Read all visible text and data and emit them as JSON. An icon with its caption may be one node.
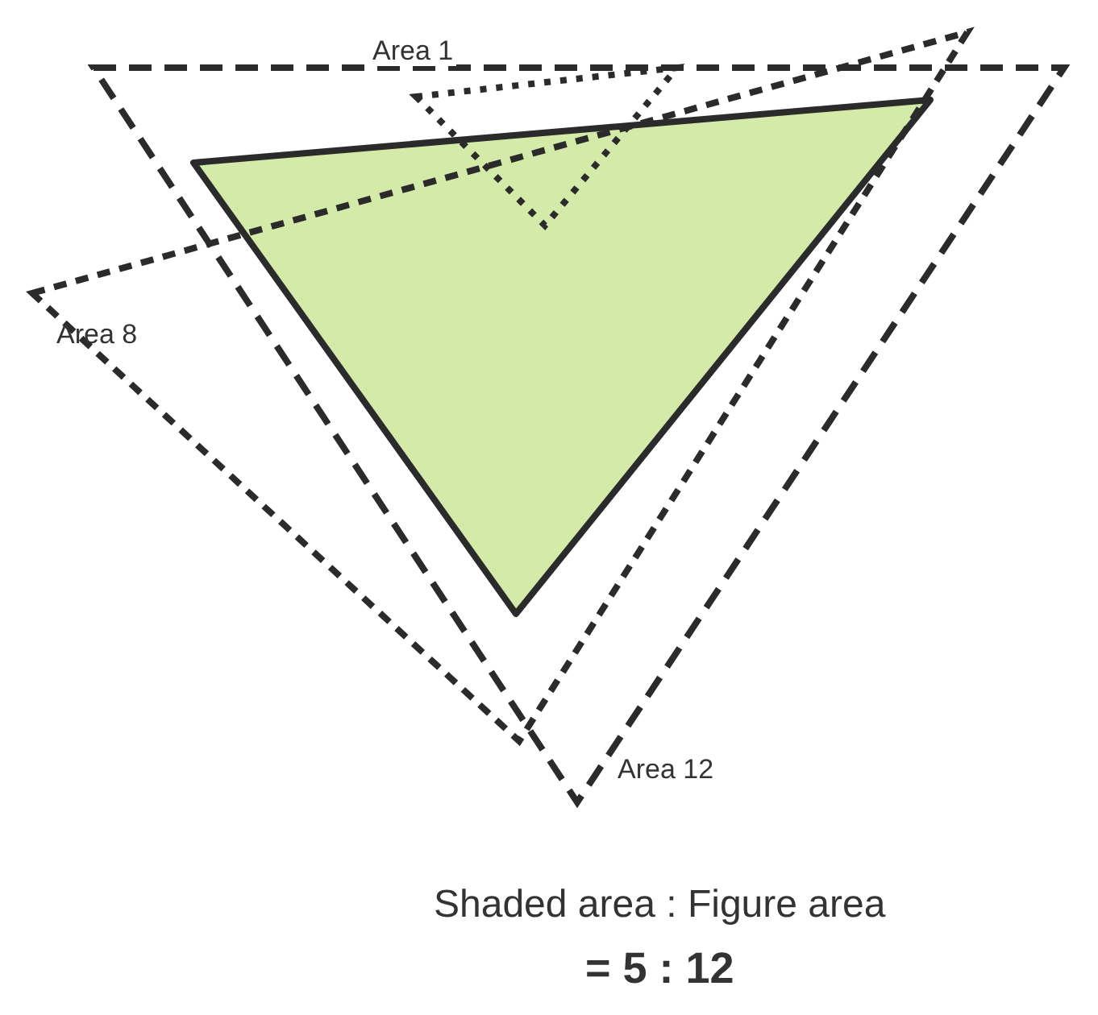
{
  "diagram": {
    "labels": [
      "Area 1",
      "Area 8",
      "Area 12",
      "Shaded area : Figure area",
      "= 5 : 12"
    ]
  }
}
